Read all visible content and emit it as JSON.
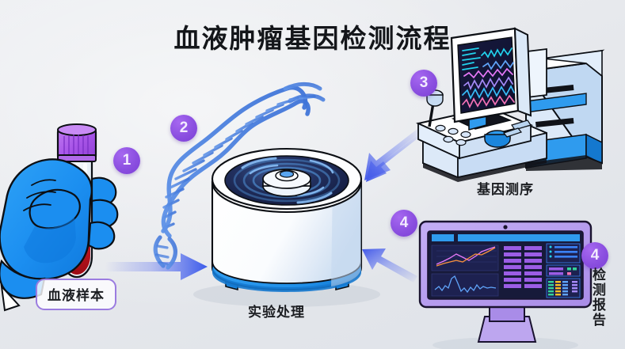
{
  "page": {
    "title": "血液肿瘤基因检测流程",
    "background_color": "#e7e9ed",
    "accent_purple": "#8b4fe0",
    "accent_blue": "#3b82f6"
  },
  "steps": [
    {
      "number": "1",
      "label": "血液样本",
      "icon": "blood-tube-icon"
    },
    {
      "number": "2",
      "label": "",
      "icon": "dna-helix-icon"
    },
    {
      "number": "3",
      "label": "基因测序",
      "icon": "sequencer-icon"
    },
    {
      "number": "4",
      "label": "检测报告",
      "icon": "report-monitor-icon"
    }
  ],
  "labels": {
    "sample": "血液样本",
    "lab": "实验处理",
    "sequencing": "基因测序",
    "report": "检测报告"
  },
  "badges": {
    "one": "1",
    "two": "2",
    "three": "3",
    "four_left": "4",
    "four_right": "4"
  },
  "colors": {
    "glove": "#1b8ef0",
    "glove_shadow": "#0d6fd1",
    "tube_cap": "#a855e8",
    "blood": "#c1121f",
    "centrifuge_body": "#fbfcfe",
    "centrifuge_base": "#1f8fe8",
    "rotor_dark": "#1b2455",
    "monitor_bezel": "#b29af0",
    "monitor_screen": "#171a3a",
    "dna": "#4b86e0",
    "arrow": "#4258e8"
  },
  "arrows": [
    {
      "name": "arrow-sample-to-centrifuge",
      "direction": "right"
    },
    {
      "name": "arrow-sequencer-to-centrifuge",
      "direction": "down-left"
    },
    {
      "name": "arrow-report-to-centrifuge",
      "direction": "up-left"
    }
  ]
}
